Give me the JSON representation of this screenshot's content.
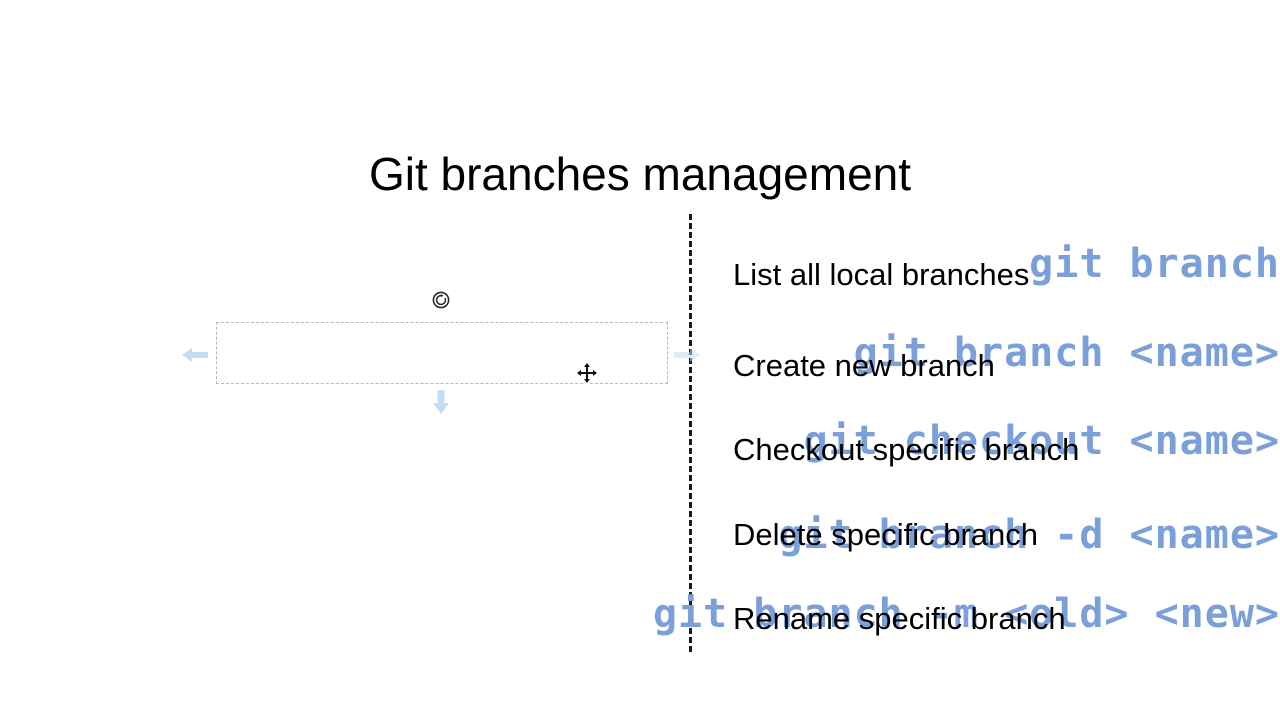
{
  "slide": {
    "title": "Git branches management",
    "background_color": "#ffffff",
    "command_color": "#7b9fd9",
    "text_color": "#000000",
    "divider_color": "#1a1a1a",
    "selection_border_color": "#b9b9b9",
    "arrow_color": "#bfdcf2"
  },
  "rows": [
    {
      "command": "git branch",
      "description": "List all local branches"
    },
    {
      "command": "git branch <name>",
      "description": "Create new branch"
    },
    {
      "command": "git checkout <name>",
      "description": "Checkout specific branch"
    },
    {
      "command": "git branch -d <name>",
      "description": "Delete specific branch"
    },
    {
      "command": "git branch -m <old> <new>",
      "description": "Rename specific branch"
    }
  ],
  "selection": {
    "target_row_index": 1,
    "rotate_handle_icon": "rotate-icon",
    "move_cursor_icon": "move-cursor-icon",
    "left_arrow_icon": "arrow-left-icon",
    "right_arrow_icon": "arrow-right-icon",
    "down_arrow_icon": "arrow-down-icon"
  }
}
